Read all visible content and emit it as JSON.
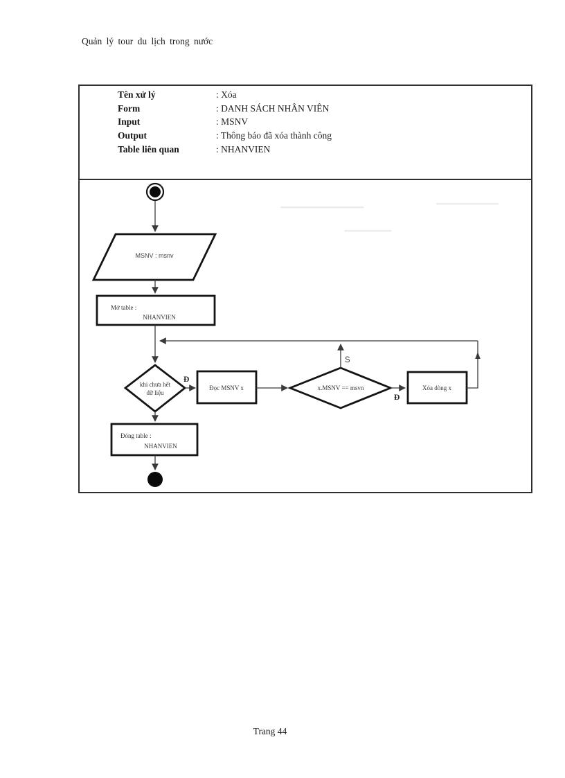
{
  "page": {
    "header": "Quản lý tour du lịch trong nước",
    "footer": "Trang 44"
  },
  "info_table": {
    "rows": [
      {
        "label": "Tên xử lý",
        "value": ": Xóa"
      },
      {
        "label": "Form",
        "value": ": DANH SÁCH NHÂN VIÊN"
      },
      {
        "label": "Input",
        "value": ": MSNV"
      },
      {
        "label": "Output",
        "value": ": Thông  báo đã xóa thành  công"
      },
      {
        "label": "Table liên quan",
        "value": ": NHANVIEN"
      }
    ]
  },
  "diagram": {
    "type": "activity-flowchart",
    "nodes": {
      "input_data": "MSNV : msnv",
      "open_table_line1": "Mở table :",
      "open_table_line2": "NHANVIEN",
      "loop_condition_line1": "khi chưa hết",
      "loop_condition_line2": "dữ liệu",
      "read_step": "Đọc MSNV x",
      "match_condition": "x.MSNV == msvn",
      "delete_step": "Xóa dòng x",
      "close_table_line1": "Đóng table :",
      "close_table_line2": "NHANVIEN"
    },
    "edge_labels": {
      "loop_true": "Đ",
      "match_false": "S",
      "match_true": "Đ"
    },
    "colors": {
      "shape_stroke": "#141414",
      "connector": "#3a3a3a",
      "node_fill": "#ffffff"
    }
  }
}
